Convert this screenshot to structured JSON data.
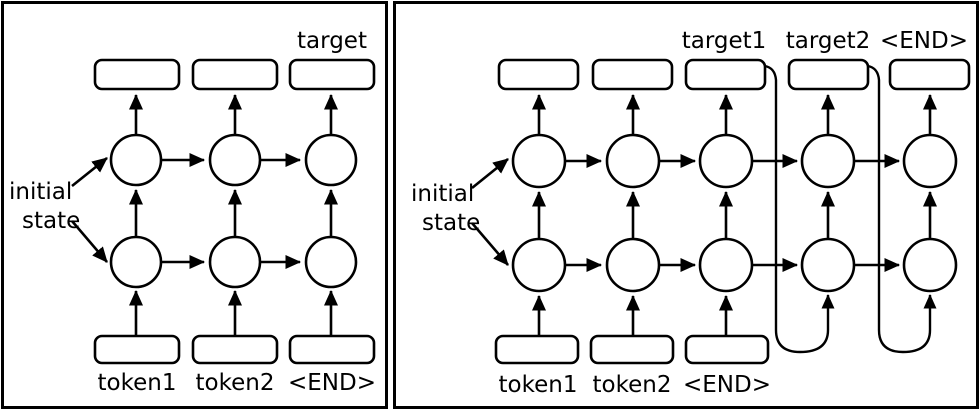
{
  "diagram": {
    "title": "seq2seq RNN encoder-decoder unrolled diagram",
    "stroke_color": "#000000",
    "background_color": "#ffffff",
    "panels": [
      {
        "id": "left",
        "name": "training-panel",
        "initial_state_label_line1": "initial",
        "initial_state_label_line2": "state",
        "output_labels": [
          "",
          "",
          "target"
        ],
        "input_labels": [
          "token1",
          "token2",
          "<END>"
        ],
        "columns": 3,
        "rows": 2,
        "has_feedback_loops": false
      },
      {
        "id": "right",
        "name": "inference-panel",
        "initial_state_label_line1": "initial",
        "initial_state_label_line2": "state",
        "output_labels": [
          "",
          "",
          "target1",
          "target2",
          "<END>"
        ],
        "input_labels": [
          "token1",
          "token2",
          "<END>"
        ],
        "columns": 5,
        "rows": 2,
        "has_feedback_loops": true,
        "feedback_loop_count": 2
      }
    ]
  },
  "left_panel": {
    "output_label_3": "target",
    "input_label_1": "token1",
    "input_label_2": "token2",
    "input_label_3": "<END>",
    "initial_1": "initial",
    "initial_2": "state"
  },
  "right_panel": {
    "output_label_3": "target1",
    "output_label_4": "target2",
    "output_label_5": "<END>",
    "input_label_1": "token1",
    "input_label_2": "token2",
    "input_label_3": "<END>",
    "initial_1": "initial",
    "initial_2": "state"
  }
}
